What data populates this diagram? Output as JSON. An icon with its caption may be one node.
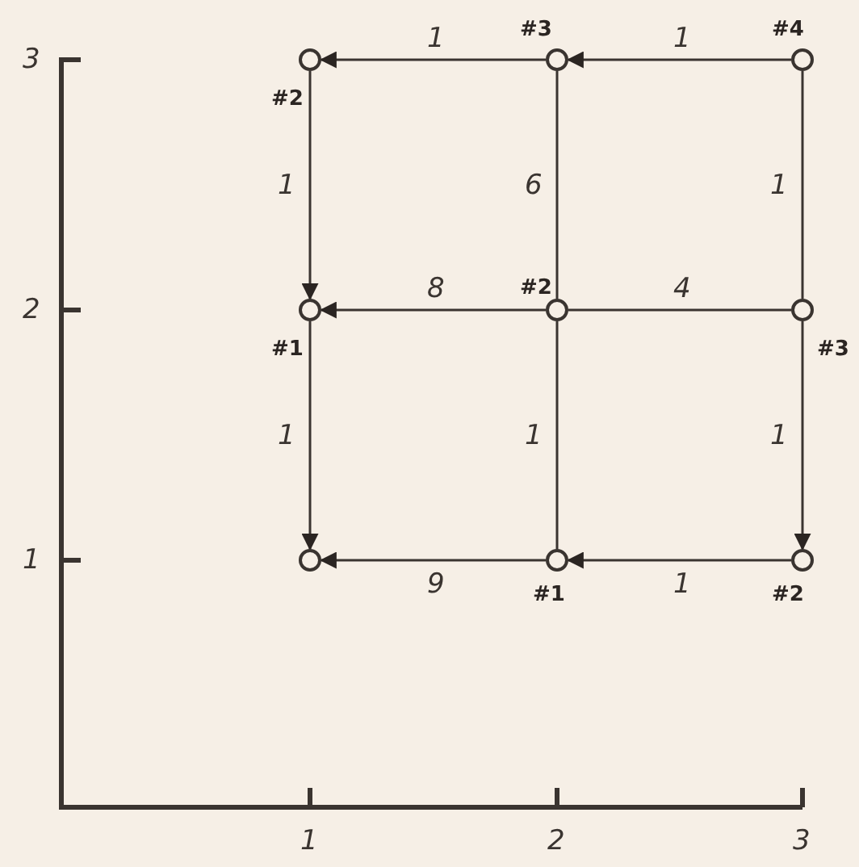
{
  "diagram": {
    "nodes": [
      {
        "text": [],
        "shape": "circle",
        "beside": [
          "#2"
        ]
      },
      {
        "text": [],
        "shape": "circle",
        "beside": [
          "#3"
        ]
      },
      {
        "text": [],
        "shape": "circle",
        "beside": [
          "#4"
        ]
      },
      {
        "text": [],
        "shape": "circle",
        "beside": [
          "#1"
        ]
      },
      {
        "text": [],
        "shape": "circle",
        "beside": [
          "#2"
        ]
      },
      {
        "text": [],
        "shape": "circle",
        "beside": [
          "#3"
        ]
      },
      {
        "text": [],
        "shape": "circle"
      },
      {
        "text": [],
        "shape": "circle",
        "beside": [
          "#1"
        ]
      },
      {
        "text": [],
        "shape": "circle",
        "beside": [
          "#2"
        ]
      }
    ],
    "edges": [
      {
        "from": 1,
        "to": 0,
        "arrow": "to",
        "label": "1"
      },
      {
        "from": 2,
        "to": 1,
        "arrow": "to",
        "label": "1"
      },
      {
        "from": 0,
        "to": 3,
        "arrow": "to",
        "label": "1"
      },
      {
        "from": 1,
        "to": 4,
        "arrow": "none",
        "label": "6"
      },
      {
        "from": 2,
        "to": 5,
        "arrow": "none",
        "label": "1"
      },
      {
        "from": 4,
        "to": 3,
        "arrow": "to",
        "label": "8"
      },
      {
        "from": 4,
        "to": 5,
        "arrow": "none",
        "label": "4"
      },
      {
        "from": 3,
        "to": 6,
        "arrow": "to",
        "label": "1"
      },
      {
        "from": 4,
        "to": 7,
        "arrow": "none",
        "label": "1"
      },
      {
        "from": 5,
        "to": 8,
        "arrow": "to",
        "label": "1"
      },
      {
        "from": 7,
        "to": 6,
        "arrow": "to",
        "label": "9"
      },
      {
        "from": 8,
        "to": 7,
        "arrow": "to",
        "label": "1"
      }
    ],
    "labels": [
      "3",
      "2",
      "1",
      "1",
      "2",
      "3"
    ]
  }
}
